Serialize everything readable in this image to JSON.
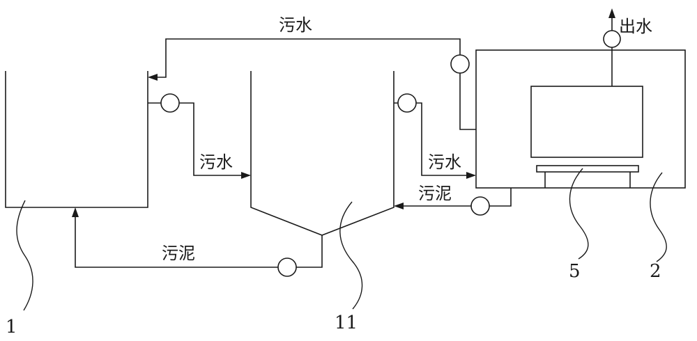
{
  "labels": {
    "sewage_top": "污水",
    "water_out": "出水",
    "sewage_mid_left": "污水",
    "sewage_mid_right": "污水",
    "sludge_right": "污泥",
    "sludge_bottom": "污泥"
  },
  "numbers": {
    "tank_1": "1",
    "tank_11": "11",
    "part_5": "5",
    "tank_2": "2"
  }
}
